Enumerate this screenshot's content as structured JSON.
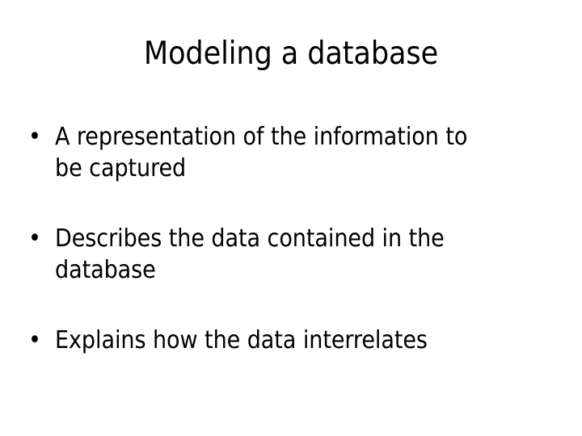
{
  "slide": {
    "background_color": "#ffffff",
    "text_color": "#000000",
    "title": "Modeling a database",
    "bullet_marker": "•",
    "bullets": [
      {
        "marker": "•",
        "text": "A representation of the information to",
        "continuation": "be captured",
        "full_text": "A representation of the information to be captured"
      },
      {
        "marker": "•",
        "text": "Describes the data contained in the",
        "continuation": "database",
        "full_text": "Describes the data contained in the database"
      },
      {
        "marker": "•",
        "text": "Explains how the data interrelates",
        "continuation": "",
        "full_text": "Explains how the data interrelates"
      }
    ]
  }
}
